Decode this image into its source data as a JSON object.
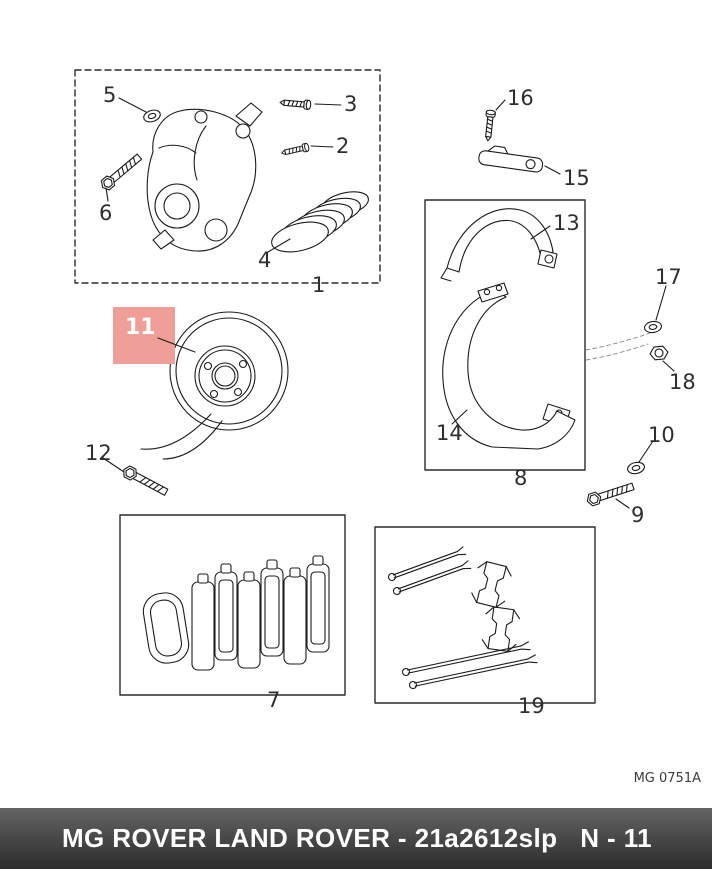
{
  "diagram": {
    "watermark": "MG 0751A",
    "highlighted_part": "11",
    "labels": {
      "part1": "1",
      "part2": "2",
      "part3": "3",
      "part4": "4",
      "part5": "5",
      "part6": "6",
      "part7": "7",
      "part8": "8",
      "part9": "9",
      "part10": "10",
      "part11": "11",
      "part12": "12",
      "part13": "13",
      "part14": "14",
      "part15": "15",
      "part16": "16",
      "part17": "17",
      "part18": "18",
      "part19": "19"
    },
    "colors": {
      "highlight_box": "#ef9e98",
      "line_art": "#1c1c1c",
      "footer_background": "#4a4a4a",
      "footer_text": "#ffffff"
    }
  },
  "footer": {
    "left": "MG ROVER LAND ROVER - 21a2612slp",
    "right": "N - 11"
  }
}
